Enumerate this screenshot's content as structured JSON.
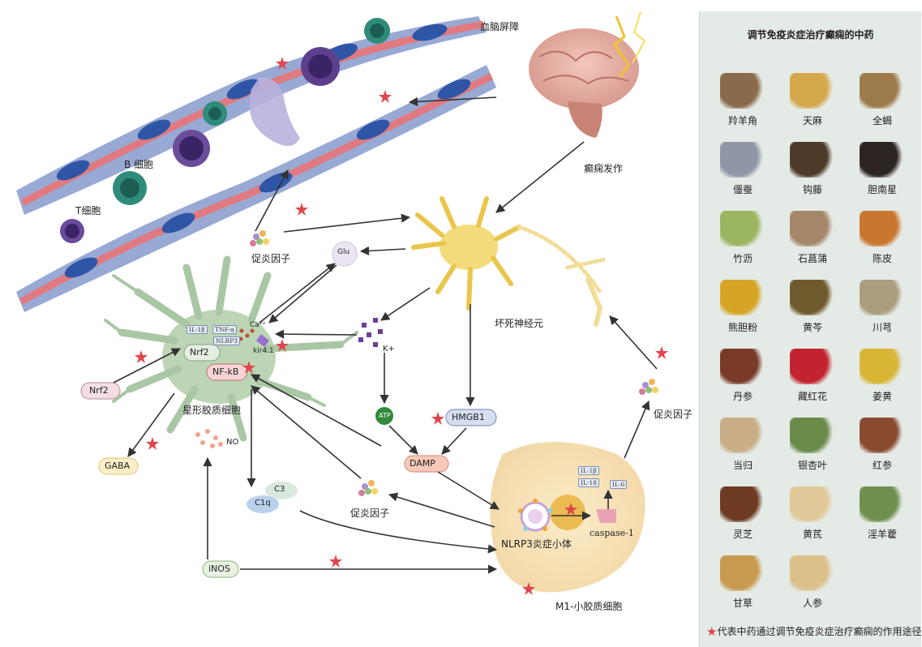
{
  "labels": {
    "bbb": "血脑屏障",
    "b_cell": "B 细胞",
    "t_cell": "T细胞",
    "seizure": "癫痫发作",
    "proinflammatory_1": "促炎因子",
    "glu": "Glu",
    "necrotic_neuron": "坏死神经元",
    "il1b": "IL-1β",
    "tnfa": "TNF-α",
    "nlrp3_small": "NLRP3",
    "ca": "Ca²⁺",
    "kir": "kir4.1",
    "k_ion": "K+",
    "nrf2_inner": "Nrf2",
    "nfkb": "NF-kB",
    "nrf2_outer": "Nrf2",
    "astrocyte": "星形胶质细胞",
    "gaba": "GABA",
    "no": "NO",
    "atp": "ATP",
    "hmgb1": "HMGB1",
    "damp": "DAMP",
    "c3": "C3",
    "c1q": "C1q",
    "proinflammatory_2": "促炎因子",
    "proinflammatory_3": "促炎因子",
    "inos": "iNOS",
    "nlrp3_inflammasome": "NLRP3炎症小体",
    "caspase": "caspase-1",
    "m_il1b": "IL-1β",
    "m_il18": "IL-18",
    "m_il6": "IL-6",
    "microglia": "M1-小胶质细胞"
  },
  "herb_panel": {
    "title": "调节免疫炎症治疗癫痫的中药",
    "herbs": [
      {
        "name": "羚羊角",
        "color": "#8a6a4a"
      },
      {
        "name": "天麻",
        "color": "#d4a84a"
      },
      {
        "name": "全蝎",
        "color": "#9c7a4a"
      },
      {
        "name": "僵蚕",
        "color": "#8f96a6"
      },
      {
        "name": "钩藤",
        "color": "#4e3a28"
      },
      {
        "name": "胆南星",
        "color": "#2b2420"
      },
      {
        "name": "竹沥",
        "color": "#9bb560"
      },
      {
        "name": "石菖蒲",
        "color": "#a58668"
      },
      {
        "name": "陈皮",
        "color": "#c9762e"
      },
      {
        "name": "熊胆粉",
        "color": "#d6a526"
      },
      {
        "name": "黄芩",
        "color": "#6f5a2e"
      },
      {
        "name": "川芎",
        "color": "#a99d7e"
      },
      {
        "name": "丹参",
        "color": "#7a3a28"
      },
      {
        "name": "藏红花",
        "color": "#c2232e"
      },
      {
        "name": "姜黄",
        "color": "#d9b536"
      },
      {
        "name": "当归",
        "color": "#c9ad86"
      },
      {
        "name": "银杏叶",
        "color": "#6a8a4a"
      },
      {
        "name": "红参",
        "color": "#8a4a30"
      },
      {
        "name": "灵芝",
        "color": "#6e3a22"
      },
      {
        "name": "黄芪",
        "color": "#e2c99a"
      },
      {
        "name": "淫羊藿",
        "color": "#6f8f4e"
      },
      {
        "name": "甘草",
        "color": "#c89a50"
      },
      {
        "name": "人参",
        "color": "#dcc08a"
      }
    ],
    "legend": "代表中药通过调节免疫炎症治疗癫痫的作用途径"
  }
}
